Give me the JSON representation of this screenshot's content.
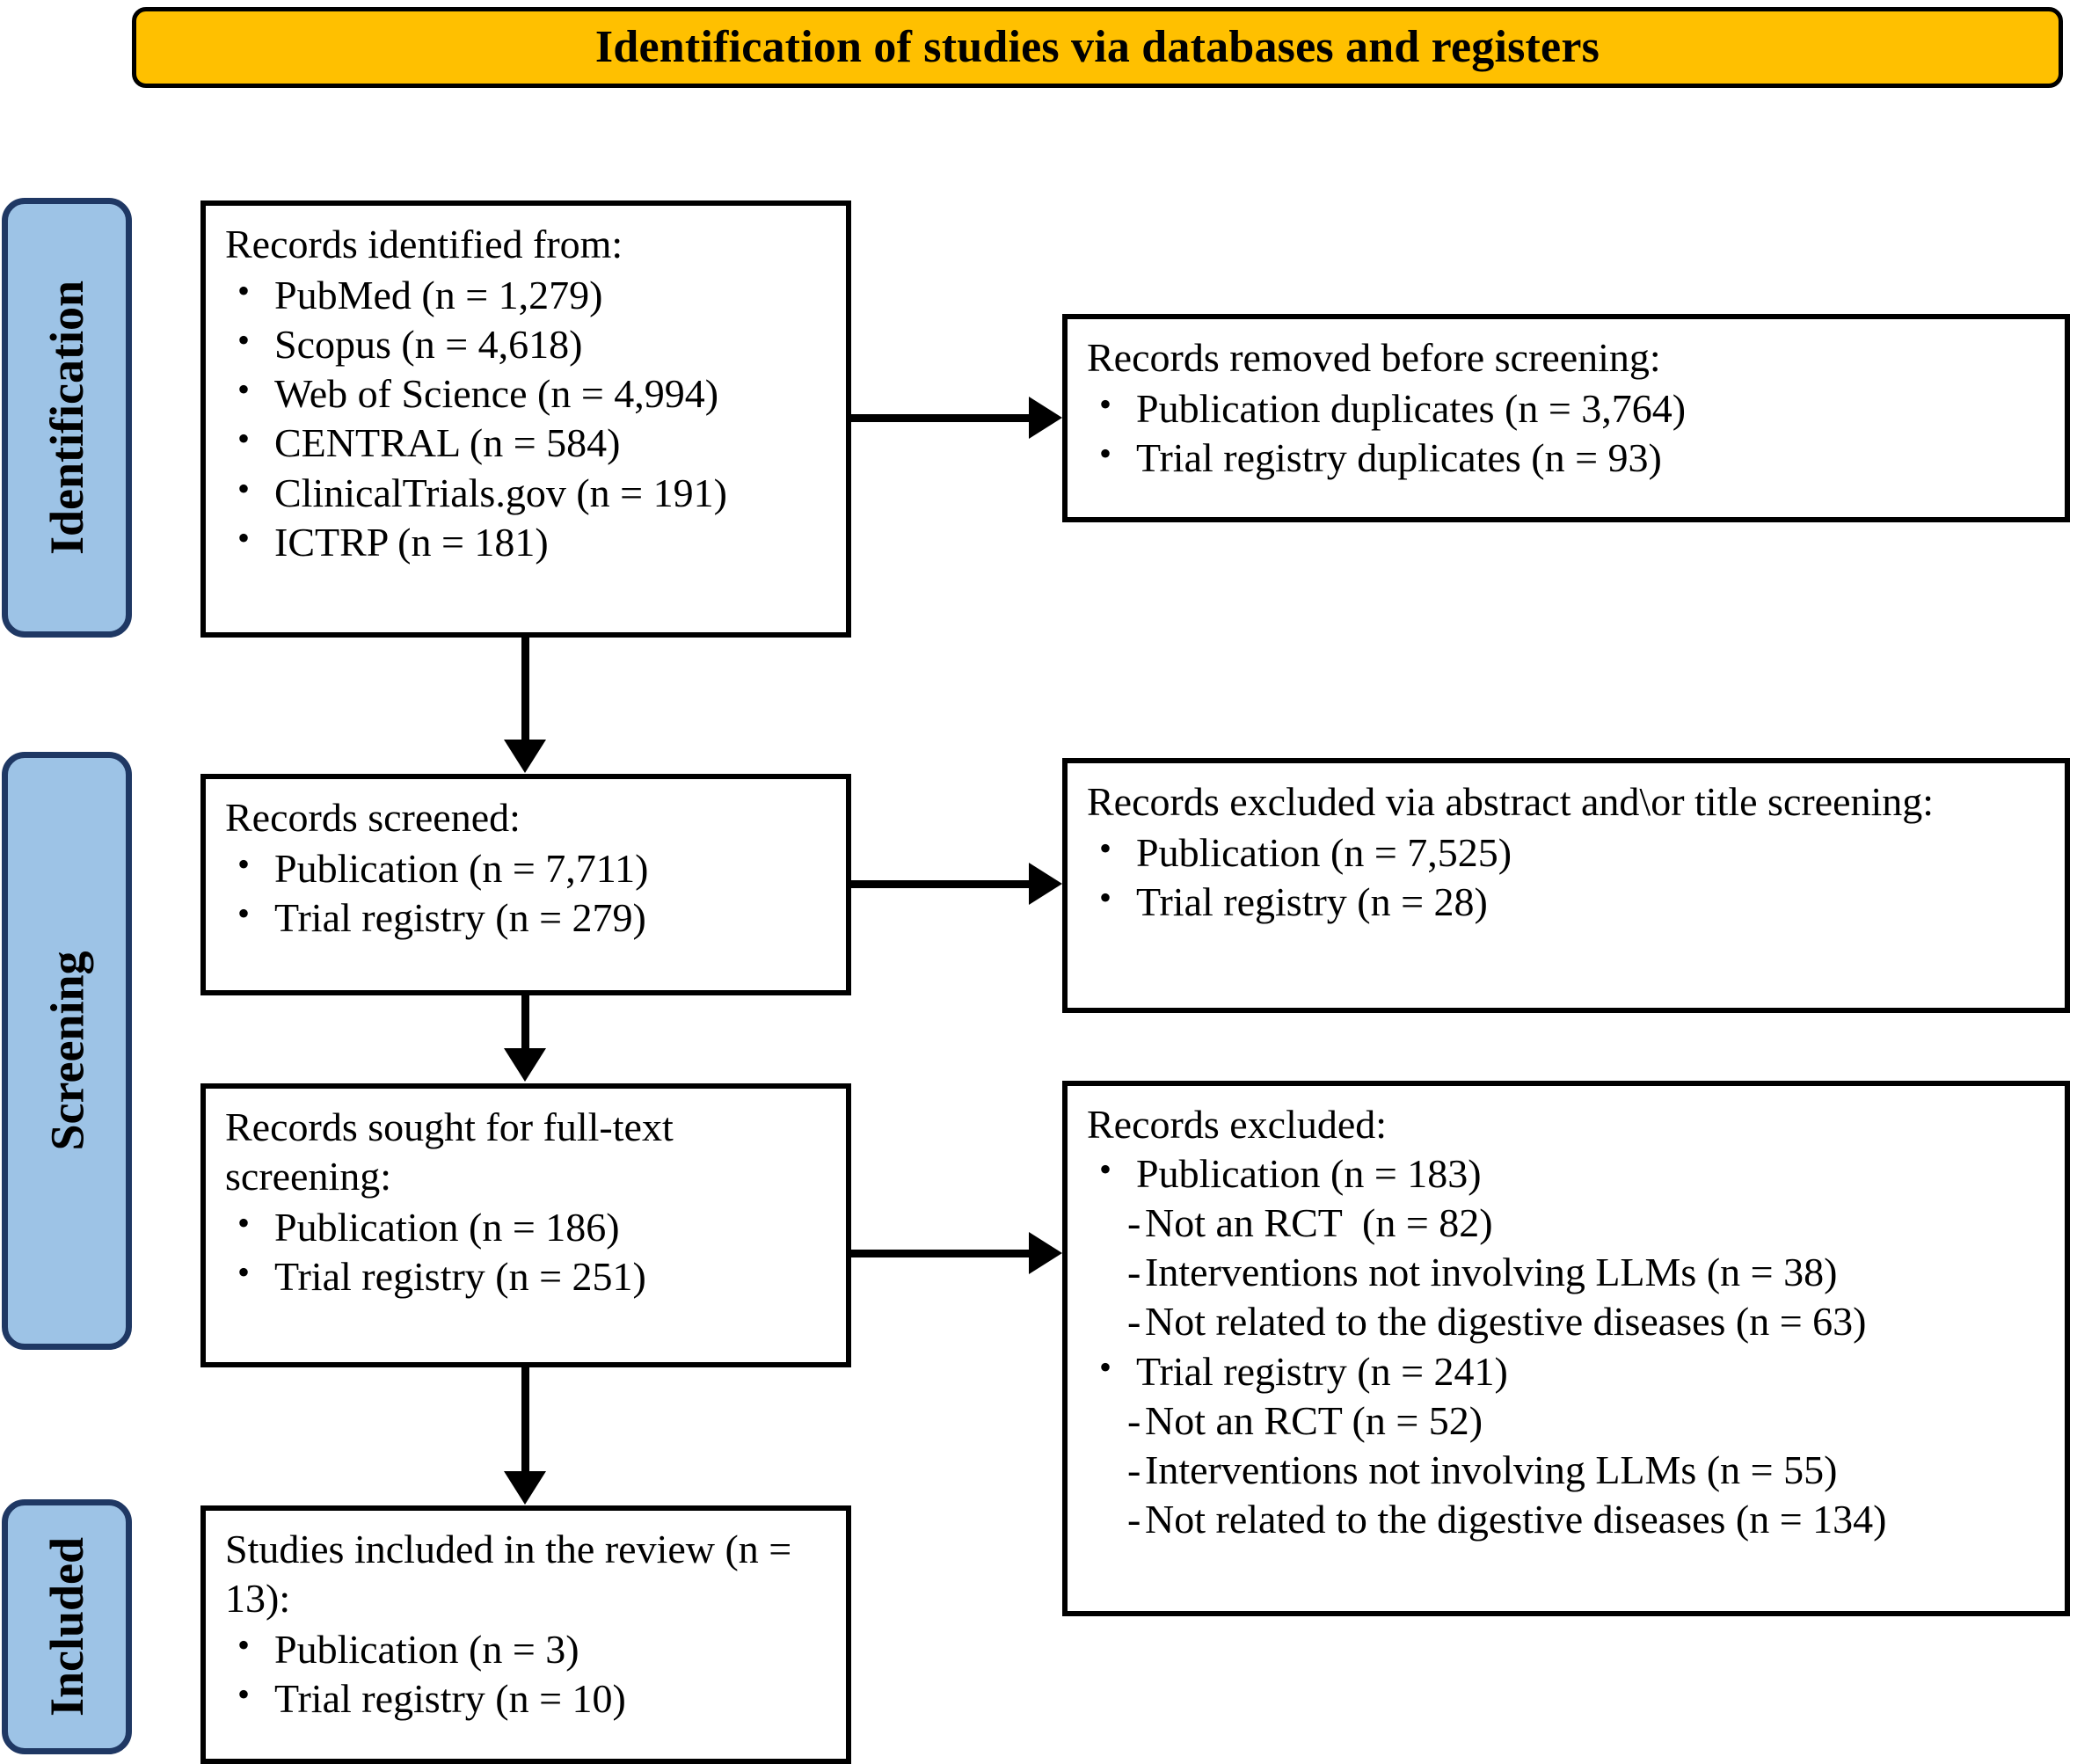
{
  "title": {
    "text": "Identification of studies via databases and registers",
    "background_color": "#FFC000",
    "border_color": "#000000"
  },
  "stages": [
    {
      "id": "identification",
      "label": "Identification"
    },
    {
      "id": "screening",
      "label": "Screening"
    },
    {
      "id": "included",
      "label": "Included"
    }
  ],
  "stage_style": {
    "fill": "#9DC3E6",
    "border": "#1F3864"
  },
  "boxes": {
    "identified": {
      "heading": "Records identified from:",
      "items": [
        "PubMed (n = 1,279)",
        "Scopus (n = 4,618)",
        "Web of Science (n = 4,994)",
        "CENTRAL (n = 584)",
        "ClinicalTrials.gov (n = 191)",
        "ICTRP (n = 181)"
      ]
    },
    "removed": {
      "heading": "Records removed before screening:",
      "items": [
        "Publication duplicates (n = 3,764)",
        "Trial registry duplicates (n = 93)"
      ]
    },
    "screened": {
      "heading": "Records screened:",
      "items": [
        "Publication (n = 7,711)",
        "Trial registry (n = 279)"
      ]
    },
    "excluded_title": {
      "heading": "Records excluded via abstract and\\or title screening:",
      "items": [
        "Publication (n = 7,525)",
        "Trial registry (n = 28)"
      ]
    },
    "fulltext": {
      "heading": "Records sought for full-text screening:",
      "items": [
        "Publication (n = 186)",
        "Trial registry (n = 251)"
      ]
    },
    "excluded_full": {
      "heading": "Records excluded:",
      "items": [
        {
          "level": 1,
          "text": "Publication (n = 183)"
        },
        {
          "level": 2,
          "text": "Not an RCT  (n = 82)"
        },
        {
          "level": 2,
          "text": "Interventions not involving LLMs (n = 38)"
        },
        {
          "level": 2,
          "text": "Not related to the digestive diseases (n = 63)"
        },
        {
          "level": 1,
          "text": "Trial registry (n = 241)"
        },
        {
          "level": 2,
          "text": "Not an RCT (n = 52)"
        },
        {
          "level": 2,
          "text": "Interventions not involving LLMs (n = 55)"
        },
        {
          "level": 2,
          "text": "Not related to the digestive diseases (n = 134)"
        }
      ]
    },
    "included": {
      "heading": "Studies included in the review (n = 13):",
      "items": [
        "Publication (n = 3)",
        "Trial registry (n = 10)"
      ]
    }
  }
}
